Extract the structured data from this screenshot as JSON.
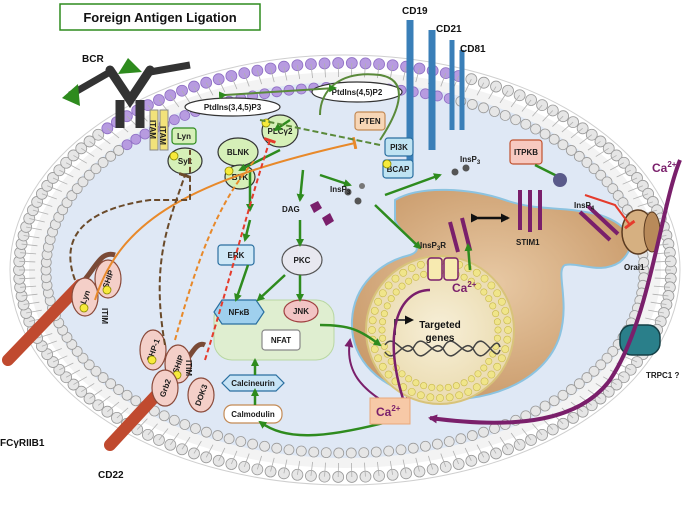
{
  "title": "Foreign Antigen Ligation",
  "receptors": {
    "bcr": "BCR",
    "cd19": "CD19",
    "cd21": "CD21",
    "cd81": "CD81",
    "fcgr": "FCγRIIB1",
    "cd22": "CD22"
  },
  "membrane_lipids": {
    "pip3": "PtdIns(3,4,5)P3",
    "pip2": "PtdIns(4,5)P2"
  },
  "kinases": {
    "lyn": "Lyn",
    "syk": "Syk",
    "blnk": "BLNK",
    "btk": "BTK",
    "plcg2": "PLCγ2",
    "pten": "PTEN",
    "pi3k": "PI3K",
    "bcap": "BCAP",
    "itpkb": "ITPKB",
    "ship_fc": "SHIP",
    "lyn_fc": "Lyn",
    "shp1": "SHP-1",
    "ship_cd22": "SHIP",
    "grb2": "Grb2",
    "dok3": "DOK3"
  },
  "messengers": {
    "dag": "DAG",
    "insp3": "InsP",
    "insp3_sub": "3",
    "insp3_mem": "InsP",
    "insp3_mem_sub": "3",
    "insp3r": "InsP",
    "insp3r_sub": "3",
    "insp3r_suffix": "R",
    "insp4": "InsP",
    "insp4_sub": "4"
  },
  "pathway": {
    "erk": "ERK",
    "pkc": "PKC",
    "nfkb": "NFκB",
    "jnk": "JNK",
    "nfat": "NFAT",
    "calcineurin": "Calcineurin",
    "calmodulin": "Calmodulin"
  },
  "calcium": {
    "ca_base": "Ca",
    "ca_sup": "2+",
    "stim1": "STIM1",
    "orai1": "Orai1",
    "trpc": "TRPC1 ?"
  },
  "nucleus": {
    "genes": "Targeted\ngenes",
    "genes_l1": "Targeted",
    "genes_l2": "genes"
  },
  "itam_labels": [
    "ITAM",
    "ITAM",
    "ITIM",
    "ITIM"
  ],
  "colors": {
    "membrane_head": "#b79be0",
    "cytoplasm": "#dfe8f5",
    "er": "#d9b58e",
    "nucleus": "#efe3c0",
    "green_arrow": "#2e8b1e",
    "orange_inhibit": "#e8892a",
    "red_inhibit": "#e53b2c",
    "calcium": "#7a1f6b"
  }
}
